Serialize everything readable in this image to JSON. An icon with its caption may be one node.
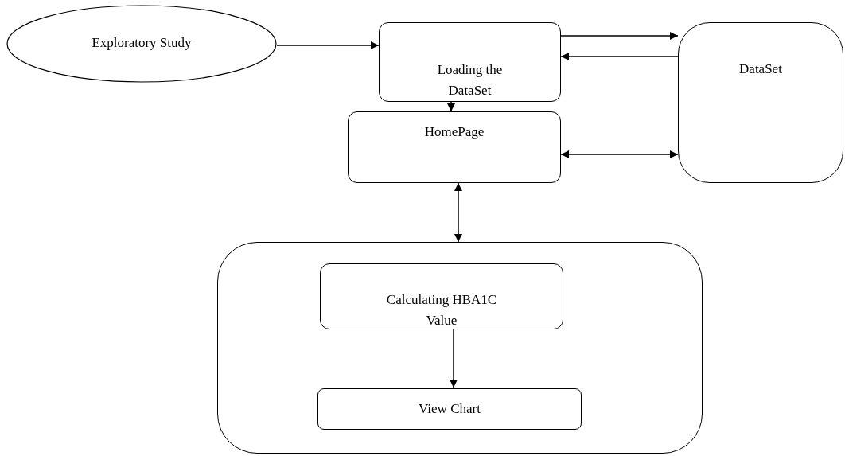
{
  "diagram": {
    "nodes": [
      {
        "text": [
          "Exploratory Study"
        ]
      },
      {
        "text": [
          "Loading the DataSet"
        ]
      },
      {
        "text": [
          "DataSet"
        ]
      },
      {
        "text": [
          "HomePage"
        ]
      },
      {
        "text": [],
        "shape": "box"
      },
      {
        "text": [
          "Calculating HBA1C Value"
        ],
        "in": 4
      },
      {
        "text": [
          "View Chart"
        ],
        "in": 4
      }
    ],
    "edges": [
      {
        "from": 0,
        "to": 1,
        "arrow": "to"
      },
      {
        "from": 1,
        "to": 2,
        "arrow": "to"
      },
      {
        "from": 2,
        "to": 1,
        "arrow": "to"
      },
      {
        "from": 1,
        "to": 3,
        "arrow": "to"
      },
      {
        "from": 3,
        "to": 2,
        "arrow": "both"
      },
      {
        "from": 3,
        "to": 4,
        "arrow": "both"
      },
      {
        "from": 5,
        "to": 6,
        "arrow": "to"
      }
    ]
  }
}
